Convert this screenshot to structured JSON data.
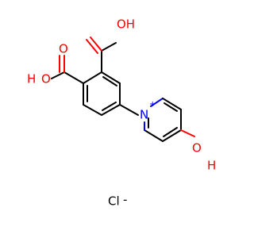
{
  "molecule": {
    "atoms": {
      "oh_top": "OH",
      "oh_left_o": "O",
      "oh_left_h": "H",
      "n_plus_n": "N",
      "n_plus_charge": "+",
      "oh_bottom_o": "O",
      "oh_bottom_h": "H",
      "cl_symbol": "Cl",
      "cl_charge": "-"
    },
    "colors": {
      "carbon_bond": "#000000",
      "oxygen": "#ff0000",
      "nitrogen": "#0000ff",
      "chlorine": "#000000"
    }
  }
}
